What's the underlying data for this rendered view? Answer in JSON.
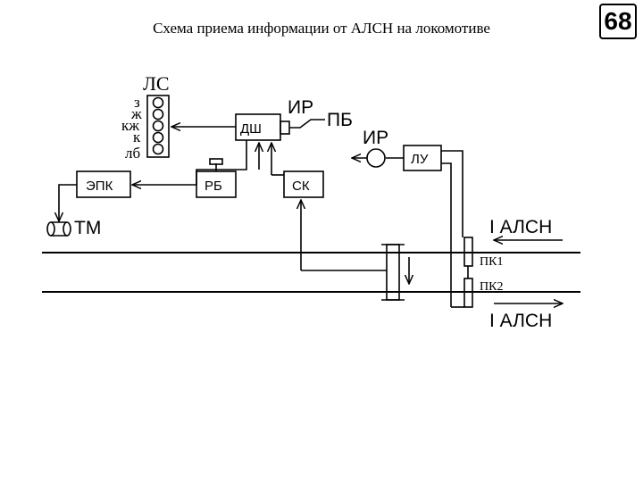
{
  "slide": {
    "title": "Схема приема информации от АЛСН на локомотиве",
    "number": "68"
  },
  "diagram": {
    "ls_label": "ЛС",
    "signal_letters": [
      "з",
      "ж",
      "кж",
      "к",
      "лб"
    ],
    "dsh_label": "ДШ",
    "ir_top_label": "ИР",
    "pb_label": "ПБ",
    "ir_right_label": "ИР",
    "lu_label": "ЛУ",
    "epk_label": "ЭПК",
    "rb_label": "РБ",
    "sk_label": "СК",
    "tm_label": "ТМ",
    "alsn_top_label": "I АЛСН",
    "alsn_bottom_label": "I АЛСН",
    "pk1_label": "ПК1",
    "pk2_label": "ПК2"
  }
}
